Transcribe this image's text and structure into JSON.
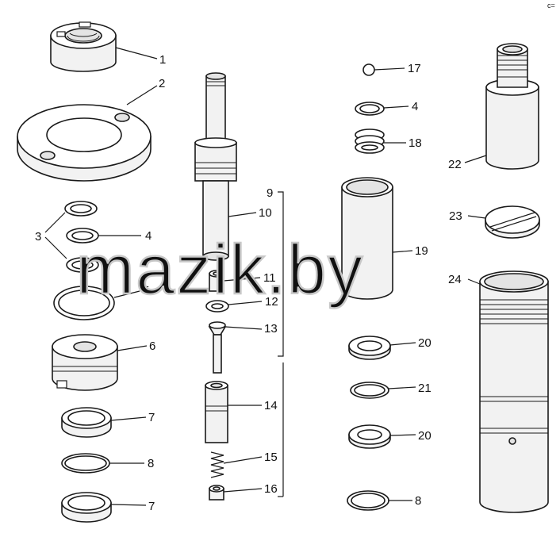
{
  "corner_mark": "c=",
  "watermark": "mazik.by",
  "labels": {
    "l1": "1",
    "l2": "2",
    "l3": "3",
    "l4a": "4",
    "l5": "5",
    "l6": "6",
    "l7a": "7",
    "l8a": "8",
    "l7b": "7",
    "l9": "9",
    "l10": "10",
    "l11": "11",
    "l12": "12",
    "l13": "13",
    "l14": "14",
    "l15": "15",
    "l16": "16",
    "l17": "17",
    "l4b": "4",
    "l18": "18",
    "l19": "19",
    "l20a": "20",
    "l21": "21",
    "l20b": "20",
    "l8b": "8",
    "l22": "22",
    "l23": "23",
    "l24": "24"
  }
}
